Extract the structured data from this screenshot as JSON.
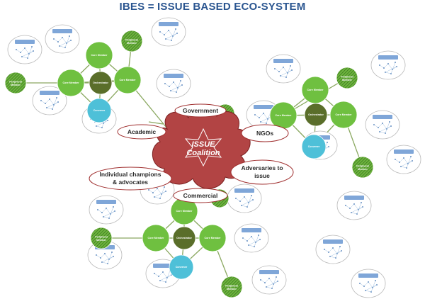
{
  "title": "IBES = ISSUE BASED ECO-SYSTEM",
  "center": {
    "line1": "ISSUE",
    "line2": "Coalition"
  },
  "stakeholders": {
    "government": "Government",
    "academic": "Academic",
    "ngos": "NGOs",
    "individual1": "Individual champions",
    "individual2": "& advocates",
    "adversaries1": "Adversaries to",
    "adversaries2": "issue",
    "commercial": "Commercial"
  },
  "roles": {
    "core": "Core Member",
    "orchestrator": "Orchestrator",
    "convener": "Convener",
    "peripheral1": "Peripheral",
    "peripheral2": "Member"
  },
  "colors": {
    "title": "#2a5590",
    "core": "#6fc040",
    "orchestrator": "#5a6e2a",
    "convener": "#4ec0d8",
    "peripheral": "#4e9a2a",
    "cloud": "#b84444",
    "edge": "#8aa860"
  }
}
